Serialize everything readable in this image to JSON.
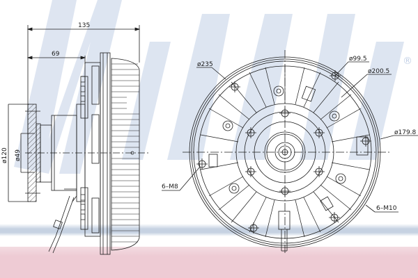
{
  "diagram": {
    "type": "technical-drawing",
    "subject": "viscous fan clutch",
    "views": [
      "side-section",
      "front"
    ],
    "brand_watermark": {
      "text": "NISSENS",
      "registered_mark": "®",
      "color": "#b9c9e3"
    },
    "colors": {
      "line": "#1c1c1c",
      "hatch": "#333333",
      "band_blue": "#c6d2e2",
      "band_pink": "#eecbd4",
      "background": "#ffffff"
    }
  },
  "dimensions": {
    "overall_length": "135",
    "flange_to_body": "69",
    "flange_diameter": "ø120",
    "pilot_diameter": "ø49",
    "outer_diameter": "ø235",
    "hub_bolt_circle": "ø99.5",
    "outer_bolt_circle": "ø200.5",
    "mid_diameter": "ø179.8",
    "hub_threads": "6–M8",
    "outer_threads": "6–M10"
  }
}
